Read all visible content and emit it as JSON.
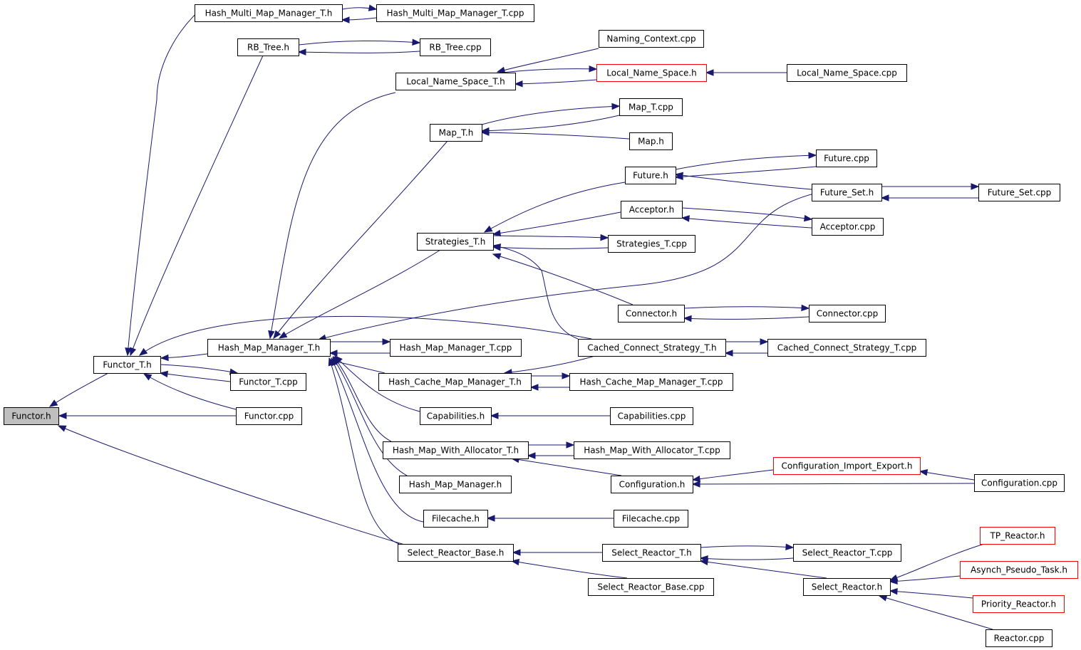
{
  "nodes": [
    {
      "id": "functor_h",
      "label": "Functor.h"
    },
    {
      "id": "functor_t_h",
      "label": "Functor_T.h"
    },
    {
      "id": "functor_t_cpp",
      "label": "Functor_T.cpp"
    },
    {
      "id": "functor_cpp",
      "label": "Functor.cpp"
    },
    {
      "id": "hmmm_t_h",
      "label": "Hash_Multi_Map_Manager_T.h"
    },
    {
      "id": "hmmm_t_cpp",
      "label": "Hash_Multi_Map_Manager_T.cpp"
    },
    {
      "id": "rb_tree_h",
      "label": "RB_Tree.h"
    },
    {
      "id": "rb_tree_cpp",
      "label": "RB_Tree.cpp"
    },
    {
      "id": "naming_context_cpp",
      "label": "Naming_Context.cpp"
    },
    {
      "id": "local_ns_h",
      "label": "Local_Name_Space.h"
    },
    {
      "id": "local_ns_cpp",
      "label": "Local_Name_Space.cpp"
    },
    {
      "id": "local_ns_t_h",
      "label": "Local_Name_Space_T.h"
    },
    {
      "id": "map_t_h",
      "label": "Map_T.h"
    },
    {
      "id": "map_t_cpp",
      "label": "Map_T.cpp"
    },
    {
      "id": "map_h",
      "label": "Map.h"
    },
    {
      "id": "future_h",
      "label": "Future.h"
    },
    {
      "id": "future_cpp",
      "label": "Future.cpp"
    },
    {
      "id": "future_set_h",
      "label": "Future_Set.h"
    },
    {
      "id": "future_set_cpp",
      "label": "Future_Set.cpp"
    },
    {
      "id": "acceptor_h",
      "label": "Acceptor.h"
    },
    {
      "id": "acceptor_cpp",
      "label": "Acceptor.cpp"
    },
    {
      "id": "strategies_t_h",
      "label": "Strategies_T.h"
    },
    {
      "id": "strategies_t_cpp",
      "label": "Strategies_T.cpp"
    },
    {
      "id": "connector_h",
      "label": "Connector.h"
    },
    {
      "id": "connector_cpp",
      "label": "Connector.cpp"
    },
    {
      "id": "hmm_t_h",
      "label": "Hash_Map_Manager_T.h"
    },
    {
      "id": "hmm_t_cpp",
      "label": "Hash_Map_Manager_T.cpp"
    },
    {
      "id": "ccs_t_h",
      "label": "Cached_Connect_Strategy_T.h"
    },
    {
      "id": "ccs_t_cpp",
      "label": "Cached_Connect_Strategy_T.cpp"
    },
    {
      "id": "hcmm_t_h",
      "label": "Hash_Cache_Map_Manager_T.h"
    },
    {
      "id": "hcmm_t_cpp",
      "label": "Hash_Cache_Map_Manager_T.cpp"
    },
    {
      "id": "capabilities_h",
      "label": "Capabilities.h"
    },
    {
      "id": "capabilities_cpp",
      "label": "Capabilities.cpp"
    },
    {
      "id": "hmwa_t_h",
      "label": "Hash_Map_With_Allocator_T.h"
    },
    {
      "id": "hmwa_t_cpp",
      "label": "Hash_Map_With_Allocator_T.cpp"
    },
    {
      "id": "cie_h",
      "label": "Configuration_Import_Export.h"
    },
    {
      "id": "configuration_h",
      "label": "Configuration.h"
    },
    {
      "id": "configuration_cpp",
      "label": "Configuration.cpp"
    },
    {
      "id": "hmm_h",
      "label": "Hash_Map_Manager.h"
    },
    {
      "id": "filecache_h",
      "label": "Filecache.h"
    },
    {
      "id": "filecache_cpp",
      "label": "Filecache.cpp"
    },
    {
      "id": "srb_h",
      "label": "Select_Reactor_Base.h"
    },
    {
      "id": "sr_t_h",
      "label": "Select_Reactor_T.h"
    },
    {
      "id": "sr_t_cpp",
      "label": "Select_Reactor_T.cpp"
    },
    {
      "id": "tp_reactor_h",
      "label": "TP_Reactor.h"
    },
    {
      "id": "apt_h",
      "label": "Asynch_Pseudo_Task.h"
    },
    {
      "id": "srb_cpp",
      "label": "Select_Reactor_Base.cpp"
    },
    {
      "id": "sr_h",
      "label": "Select_Reactor.h"
    },
    {
      "id": "priority_reactor_h",
      "label": "Priority_Reactor.h"
    },
    {
      "id": "reactor_cpp",
      "label": "Reactor.cpp"
    }
  ]
}
